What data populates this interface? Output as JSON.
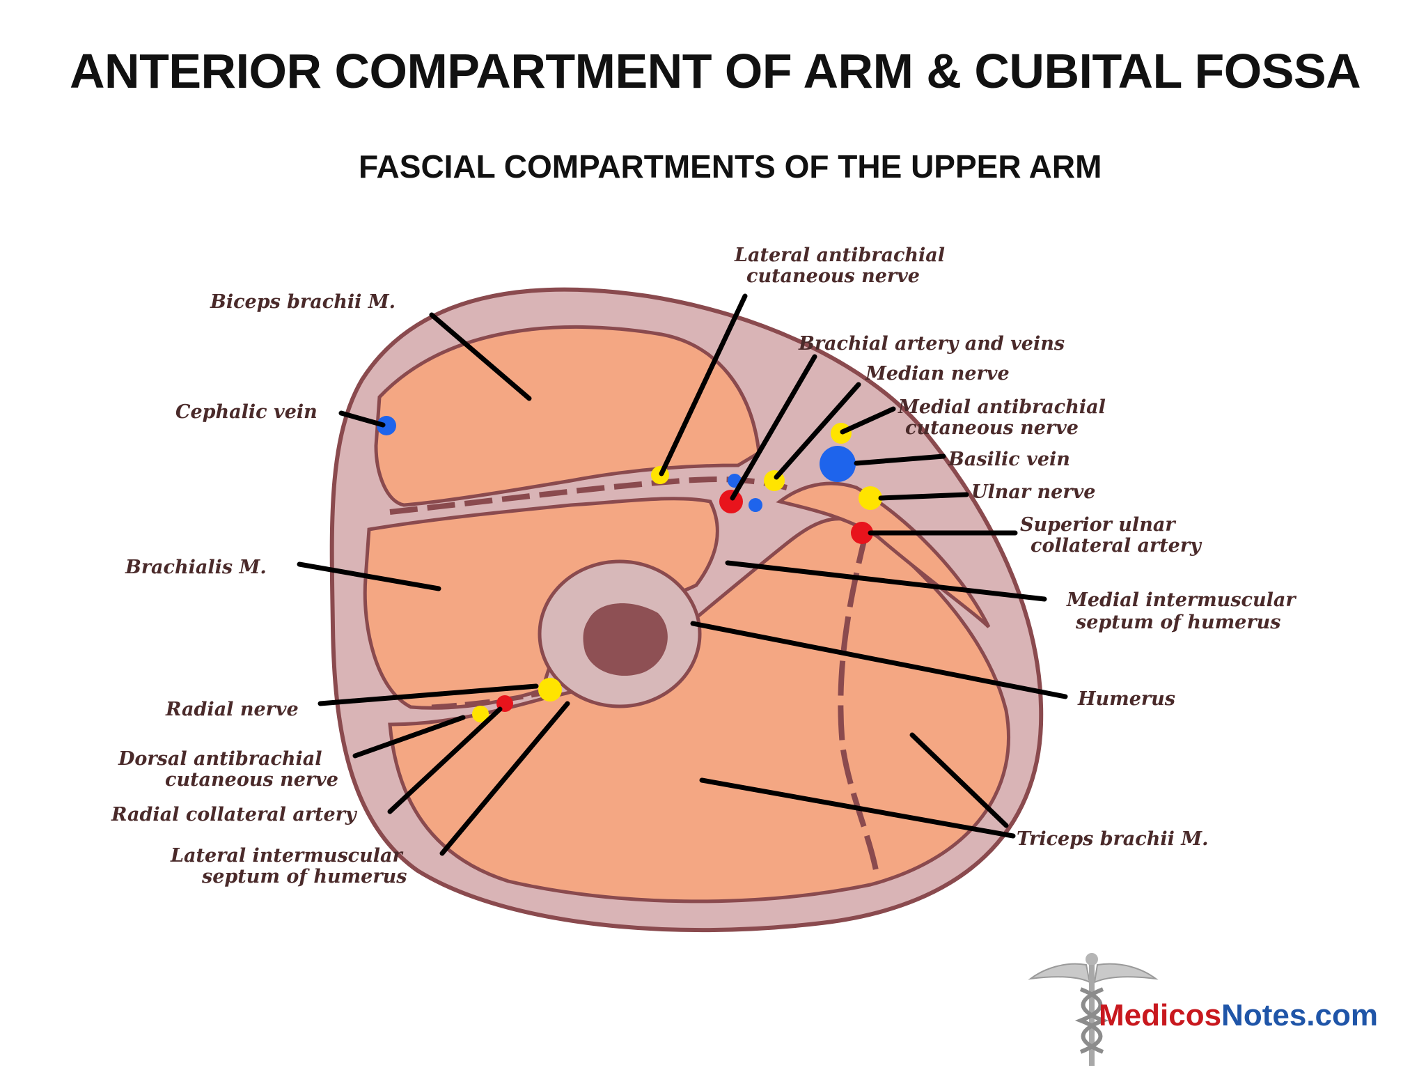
{
  "slide": {
    "title": "ANTERIOR COMPARTMENT OF ARM & CUBITAL FOSSA",
    "subtitle": "FASCIAL COMPARTMENTS OF THE UPPER ARM"
  },
  "labels": {
    "lateral_antibrachial_1": "Lateral antibrachial",
    "lateral_antibrachial_2": "cutaneous nerve",
    "biceps": "Biceps brachii M.",
    "brachial_artery": "Brachial artery and veins",
    "median_nerve": "Median nerve",
    "medial_antibrachial_1": "Medial antibrachial",
    "medial_antibrachial_2": "cutaneous nerve",
    "cephalic_vein": "Cephalic vein",
    "basilic_vein": "Basilic vein",
    "ulnar_nerve": "Ulnar nerve",
    "superior_ulnar_1": "Superior ulnar",
    "superior_ulnar_2": "collateral artery",
    "brachialis": "Brachialis M.",
    "medial_septum_1": "Medial intermuscular",
    "medial_septum_2": "septum of humerus",
    "humerus": "Humerus",
    "radial_nerve": "Radial nerve",
    "dorsal_antibrachial_1": "Dorsal antibrachial",
    "dorsal_antibrachial_2": "cutaneous nerve",
    "radial_collateral": "Radial collateral artery",
    "lateral_septum_1": "Lateral intermuscular",
    "lateral_septum_2": "septum of humerus",
    "triceps": "Triceps brachii M."
  },
  "logo": {
    "text_medicos": "Medicos",
    "text_notes": "Notes.com"
  },
  "colors": {
    "muscle": "#f4a783",
    "fascia": "#d9b4b6",
    "fascia_dark": "#8a4a4e",
    "bone_cortex": "#d7b8b9",
    "marrow": "#8e5054",
    "nerve": "#ffe400",
    "artery": "#e8141c",
    "vein": "#1e64ec",
    "logo_red": "#c8181e",
    "logo_blue": "#1f55a8"
  }
}
